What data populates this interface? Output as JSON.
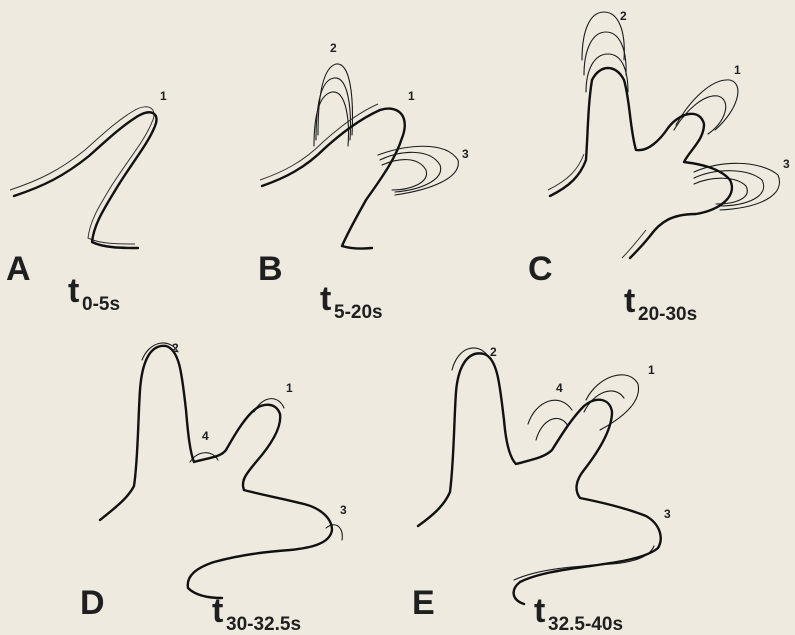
{
  "panels": [
    {
      "letter": "A",
      "time_sub": "0-5s",
      "numbers": [
        "1"
      ]
    },
    {
      "letter": "B",
      "time_sub": "5-20s",
      "numbers": [
        "1",
        "2",
        "3"
      ]
    },
    {
      "letter": "C",
      "time_sub": "20-30s",
      "numbers": [
        "1",
        "2",
        "3"
      ]
    },
    {
      "letter": "D",
      "time_sub": "30-32.5s",
      "numbers": [
        "1",
        "2",
        "3",
        "4"
      ]
    },
    {
      "letter": "E",
      "time_sub": "32.5-40s",
      "numbers": [
        "1",
        "2",
        "3",
        "4"
      ]
    }
  ],
  "time_prefix": "t"
}
